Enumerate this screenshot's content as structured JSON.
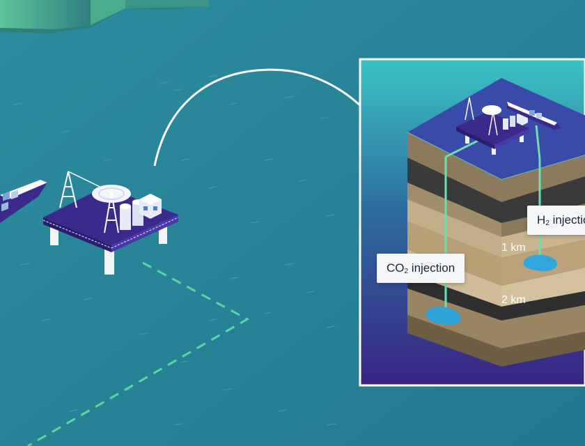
{
  "labels": {
    "co2_prefix": "CO",
    "co2_sub": "2",
    "co2_suffix": " injection",
    "h2_prefix": "H",
    "h2_sub": "2",
    "h2_suffix": " injection"
  },
  "depth_markers": {
    "first": "1 km",
    "second": "2 km"
  },
  "colors": {
    "sea": "#2a8c9c",
    "land": "#3f9e86",
    "platform_deck": "#3b2a8c",
    "pipeline": "#6be0b0",
    "reservoir": "#2aa6e0",
    "inset_border": "#ffffff"
  },
  "icons": [
    "offshore-platform-icon",
    "cargo-ship-icon",
    "derrick-icon",
    "storage-tank-icon"
  ]
}
